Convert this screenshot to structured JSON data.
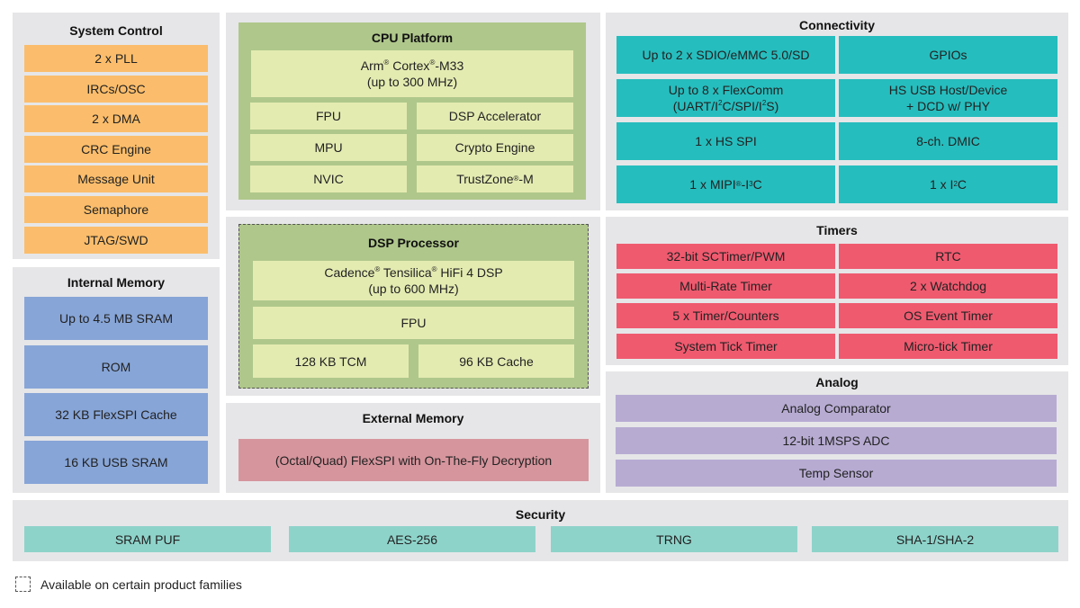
{
  "system_control": {
    "title": "System Control",
    "items": [
      "2 x PLL",
      "IRCs/OSC",
      "2 x DMA",
      "CRC Engine",
      "Message Unit",
      "Semaphore",
      "JTAG/SWD"
    ],
    "color": "#fbbd6b"
  },
  "internal_memory": {
    "title": "Internal Memory",
    "items": [
      "Up to 4.5 MB SRAM",
      "ROM",
      "32 KB FlexSPI Cache",
      "16 KB USB SRAM"
    ],
    "color": "#87a5d7"
  },
  "cpu_platform": {
    "title": "CPU Platform",
    "core_line1": "Arm® Cortex®-M33",
    "core_line2": "(up to 300 MHz)",
    "items": [
      "FPU",
      "DSP Accelerator",
      "MPU",
      "Crypto Engine",
      "NVIC",
      "TrustZone®-M"
    ]
  },
  "dsp_processor": {
    "title": "DSP Processor",
    "core_line1": "Cadence® Tensilica® HiFi 4 DSP",
    "core_line2": "(up to 600 MHz)",
    "fpu": "FPU",
    "items": [
      "128 KB TCM",
      "96 KB Cache"
    ],
    "optional": true
  },
  "external_memory": {
    "title": "External Memory",
    "item": "(Octal/Quad) FlexSPI with On-The-Fly Decryption",
    "color": "#d6959d"
  },
  "connectivity": {
    "title": "Connectivity",
    "items": [
      "Up to 2 x SDIO/eMMC 5.0/SD",
      "GPIOs",
      "Up to 8 x FlexComm\n(UART/I²C/SPI/I²S)",
      "HS USB Host/Device\n+ DCD w/ PHY",
      "1 x HS SPI",
      "8-ch. DMIC",
      "1 x MIPI®-I³C",
      "1 x I²C"
    ],
    "color": "#26bdbe"
  },
  "timers": {
    "title": "Timers",
    "items": [
      "32-bit SCTimer/PWM",
      "RTC",
      "Multi-Rate Timer",
      "2 x Watchdog",
      "5 x Timer/Counters",
      "OS Event Timer",
      "System Tick Timer",
      "Micro-tick Timer"
    ],
    "color": "#ef5a6f"
  },
  "analog": {
    "title": "Analog",
    "items": [
      "Analog Comparator",
      "12-bit 1MSPS ADC",
      "Temp Sensor"
    ],
    "color": "#b7abd2"
  },
  "security": {
    "title": "Security",
    "items": [
      "SRAM PUF",
      "AES-256",
      "TRNG",
      "SHA-1/SHA-2"
    ],
    "color": "#8ed3ca"
  },
  "legend": {
    "text": "Available on certain product families",
    "icon": "dashed-box-icon"
  }
}
